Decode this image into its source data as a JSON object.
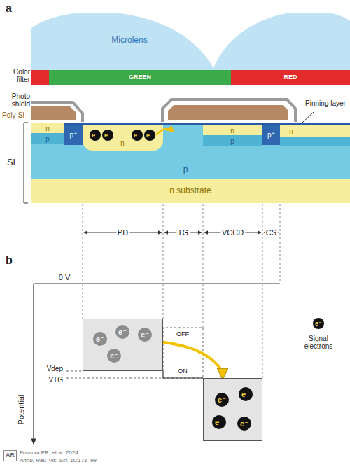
{
  "diagram": {
    "nodes": [
      {
        "text": [
          "Microlens"
        ]
      },
      {
        "text": [
          "GREEN"
        ]
      },
      {
        "text": [
          "RED"
        ]
      },
      {
        "text": [
          "p"
        ]
      },
      {
        "text": [
          "n"
        ],
        "in": 3
      },
      {
        "text": [
          "p"
        ],
        "in": 3
      },
      {
        "text": [
          "p⁺"
        ],
        "in": 3
      },
      {
        "text": [
          "e⁻",
          "e⁻",
          "n",
          "e⁻",
          "e⁻"
        ],
        "in": 3
      },
      {
        "text": [
          "n"
        ],
        "in": 3
      },
      {
        "text": [
          "p"
        ],
        "in": 3
      },
      {
        "text": [
          "p⁺"
        ],
        "in": 3
      },
      {
        "text": [
          "n"
        ],
        "in": 3
      },
      {
        "text": [
          "n substrate"
        ]
      },
      {
        "text": [
          "e⁻",
          "e⁻",
          "e⁻",
          "e⁻"
        ]
      },
      {
        "text": [
          "e⁻",
          "e⁻",
          "e⁻",
          "e⁻"
        ]
      }
    ],
    "edges": [
      {
        "from": 13,
        "to": 14,
        "arrow": "to"
      }
    ],
    "labels": [
      "a",
      "Color filter",
      "Photo shield",
      "Poly-Si",
      "Pinning layer",
      "Si",
      "PD",
      "TG",
      "VCCD",
      "CS",
      "b",
      "0 V",
      "OFF",
      "ON",
      "Potential",
      "Vdep",
      "VTG",
      "e⁻",
      "Signal electrons",
      "AR",
      "Fossum ER, et al. 2024",
      "Annu. Rev. Vis. Sci. 10:171–98"
    ]
  }
}
